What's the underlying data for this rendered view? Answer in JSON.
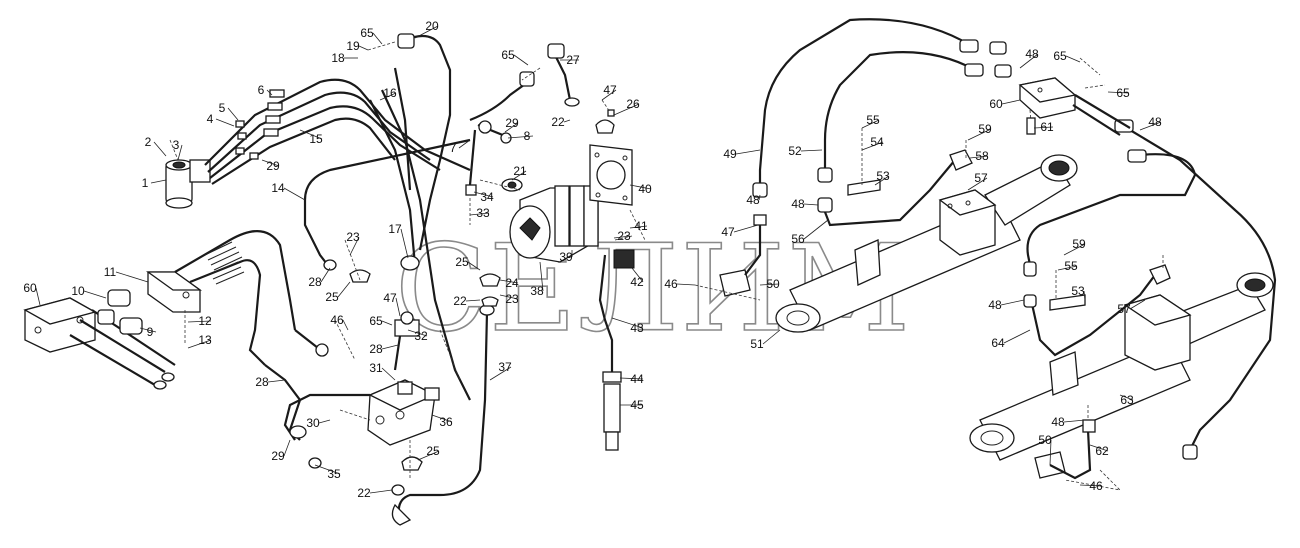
{
  "watermark": "СЕЛИМ",
  "part_labels": [
    {
      "id": "l1",
      "text": "1"
    },
    {
      "id": "l2",
      "text": "2"
    },
    {
      "id": "l3",
      "text": "3"
    },
    {
      "id": "l4",
      "text": "4"
    },
    {
      "id": "l5",
      "text": "5"
    },
    {
      "id": "l6",
      "text": "6"
    },
    {
      "id": "l7",
      "text": "7"
    },
    {
      "id": "l8",
      "text": "8"
    },
    {
      "id": "l9",
      "text": "9"
    },
    {
      "id": "l10",
      "text": "10"
    },
    {
      "id": "l11",
      "text": "11"
    },
    {
      "id": "l12",
      "text": "12"
    },
    {
      "id": "l13",
      "text": "13"
    },
    {
      "id": "l14",
      "text": "14"
    },
    {
      "id": "l15",
      "text": "15"
    },
    {
      "id": "l16",
      "text": "16"
    },
    {
      "id": "l17",
      "text": "17"
    },
    {
      "id": "l18",
      "text": "18"
    },
    {
      "id": "l19",
      "text": "19"
    },
    {
      "id": "l20",
      "text": "20"
    },
    {
      "id": "l21",
      "text": "21"
    },
    {
      "id": "l22a",
      "text": "22"
    },
    {
      "id": "l22b",
      "text": "22"
    },
    {
      "id": "l22c",
      "text": "22"
    },
    {
      "id": "l23a",
      "text": "23"
    },
    {
      "id": "l23b",
      "text": "23"
    },
    {
      "id": "l23c",
      "text": "23"
    },
    {
      "id": "l24",
      "text": "24"
    },
    {
      "id": "l25a",
      "text": "25"
    },
    {
      "id": "l25b",
      "text": "25"
    },
    {
      "id": "l25c",
      "text": "25"
    },
    {
      "id": "l26",
      "text": "26"
    },
    {
      "id": "l27",
      "text": "27"
    },
    {
      "id": "l28a",
      "text": "28"
    },
    {
      "id": "l28b",
      "text": "28"
    },
    {
      "id": "l28c",
      "text": "28"
    },
    {
      "id": "l29a",
      "text": "29"
    },
    {
      "id": "l29b",
      "text": "29"
    },
    {
      "id": "l29c",
      "text": "29"
    },
    {
      "id": "l30",
      "text": "30"
    },
    {
      "id": "l31",
      "text": "31"
    },
    {
      "id": "l32",
      "text": "32"
    },
    {
      "id": "l33",
      "text": "33"
    },
    {
      "id": "l34",
      "text": "34"
    },
    {
      "id": "l35",
      "text": "35"
    },
    {
      "id": "l36",
      "text": "36"
    },
    {
      "id": "l37",
      "text": "37"
    },
    {
      "id": "l38",
      "text": "38"
    },
    {
      "id": "l39",
      "text": "39"
    },
    {
      "id": "l40",
      "text": "40"
    },
    {
      "id": "l41",
      "text": "41"
    },
    {
      "id": "l42",
      "text": "42"
    },
    {
      "id": "l43",
      "text": "43"
    },
    {
      "id": "l44",
      "text": "44"
    },
    {
      "id": "l45",
      "text": "45"
    },
    {
      "id": "l46a",
      "text": "46"
    },
    {
      "id": "l46b",
      "text": "46"
    },
    {
      "id": "l46c",
      "text": "46"
    },
    {
      "id": "l47a",
      "text": "47"
    },
    {
      "id": "l47b",
      "text": "47"
    },
    {
      "id": "l47c",
      "text": "47"
    },
    {
      "id": "l48a",
      "text": "48"
    },
    {
      "id": "l48b",
      "text": "48"
    },
    {
      "id": "l48c",
      "text": "48"
    },
    {
      "id": "l48d",
      "text": "48"
    },
    {
      "id": "l48e",
      "text": "48"
    },
    {
      "id": "l48f",
      "text": "48"
    },
    {
      "id": "l49",
      "text": "49"
    },
    {
      "id": "l50a",
      "text": "50"
    },
    {
      "id": "l50b",
      "text": "50"
    },
    {
      "id": "l51",
      "text": "51"
    },
    {
      "id": "l52",
      "text": "52"
    },
    {
      "id": "l53a",
      "text": "53"
    },
    {
      "id": "l53b",
      "text": "53"
    },
    {
      "id": "l54",
      "text": "54"
    },
    {
      "id": "l55a",
      "text": "55"
    },
    {
      "id": "l55b",
      "text": "55"
    },
    {
      "id": "l56",
      "text": "56"
    },
    {
      "id": "l57a",
      "text": "57"
    },
    {
      "id": "l57b",
      "text": "57"
    },
    {
      "id": "l58",
      "text": "58"
    },
    {
      "id": "l59a",
      "text": "59"
    },
    {
      "id": "l59b",
      "text": "59"
    },
    {
      "id": "l60a",
      "text": "60"
    },
    {
      "id": "l60b",
      "text": "60"
    },
    {
      "id": "l61",
      "text": "61"
    },
    {
      "id": "l62",
      "text": "62"
    },
    {
      "id": "l63",
      "text": "63"
    },
    {
      "id": "l64",
      "text": "64"
    },
    {
      "id": "l65a",
      "text": "65"
    },
    {
      "id": "l65b",
      "text": "65"
    },
    {
      "id": "l65c",
      "text": "65"
    },
    {
      "id": "l65d",
      "text": "65"
    },
    {
      "id": "l65e",
      "text": "65"
    }
  ]
}
